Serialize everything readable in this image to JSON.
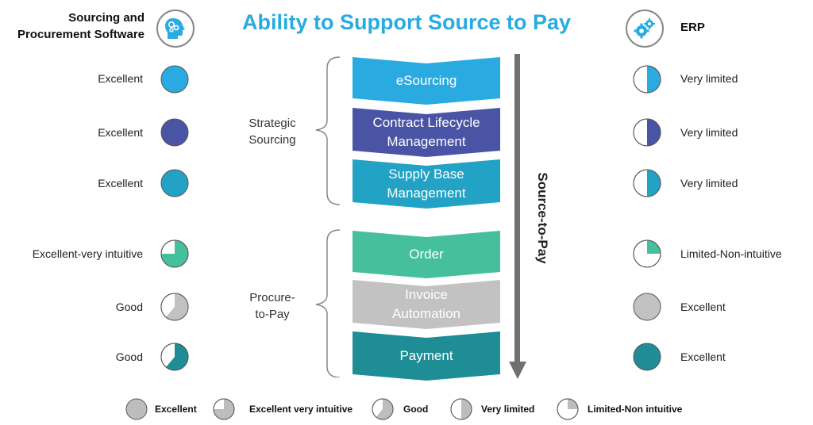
{
  "title": "Ability to Support Source to Pay",
  "left_header": [
    "Sourcing and",
    "Procurement Software"
  ],
  "right_header": "ERP",
  "axis_label": "Source-to-Pay",
  "groups": [
    {
      "lines": [
        "Strategic",
        "Sourcing"
      ]
    },
    {
      "lines": [
        "Procure-",
        "to-Pay"
      ]
    }
  ],
  "stages": [
    {
      "lines": [
        "eSourcing"
      ],
      "color": "#29abe2"
    },
    {
      "lines": [
        "Contract Lifecycle",
        "Management"
      ],
      "color": "#4a54a4"
    },
    {
      "lines": [
        "Supply Base",
        "Management"
      ],
      "color": "#22a2c5"
    },
    {
      "lines": [
        "Order"
      ],
      "color": "#45bf9c"
    },
    {
      "lines": [
        "Invoice",
        "Automation"
      ],
      "color": "#c2c2c2"
    },
    {
      "lines": [
        "Payment"
      ],
      "color": "#1e8d96"
    }
  ],
  "rows": [
    {
      "left_label": "Excellent",
      "left_level": "full",
      "right_label": "Very limited",
      "right_level": "half",
      "color": "#29abe2"
    },
    {
      "left_label": "Excellent",
      "left_level": "full",
      "right_label": "Very limited",
      "right_level": "half",
      "color": "#4a54a4"
    },
    {
      "left_label": "Excellent",
      "left_level": "full",
      "right_label": "Very limited",
      "right_level": "half",
      "color": "#22a2c5"
    },
    {
      "left_label": "Excellent-very intuitive",
      "left_level": "three_quarter",
      "right_label": "Limited-Non-intuitive",
      "right_level": "quarter",
      "color": "#45bf9c"
    },
    {
      "left_label": "Good",
      "left_level": "good",
      "right_label": "Excellent",
      "right_level": "full",
      "color": "#c2c2c2"
    },
    {
      "left_label": "Good",
      "left_level": "good",
      "right_label": "Excellent",
      "right_level": "full",
      "color": "#1e8d96"
    }
  ],
  "legend": [
    {
      "label": "Excellent",
      "level": "full"
    },
    {
      "label": "Excellent very intuitive",
      "level": "three_quarter"
    },
    {
      "label": "Good",
      "level": "good"
    },
    {
      "label": "Very limited",
      "level": "half"
    },
    {
      "label": "Limited-Non intuitive",
      "level": "quarter"
    }
  ],
  "legend_color": "#bdbdbd",
  "icons": {
    "left": "head-gears-icon",
    "right": "gears-icon"
  },
  "icon_color": "#29abe2"
}
